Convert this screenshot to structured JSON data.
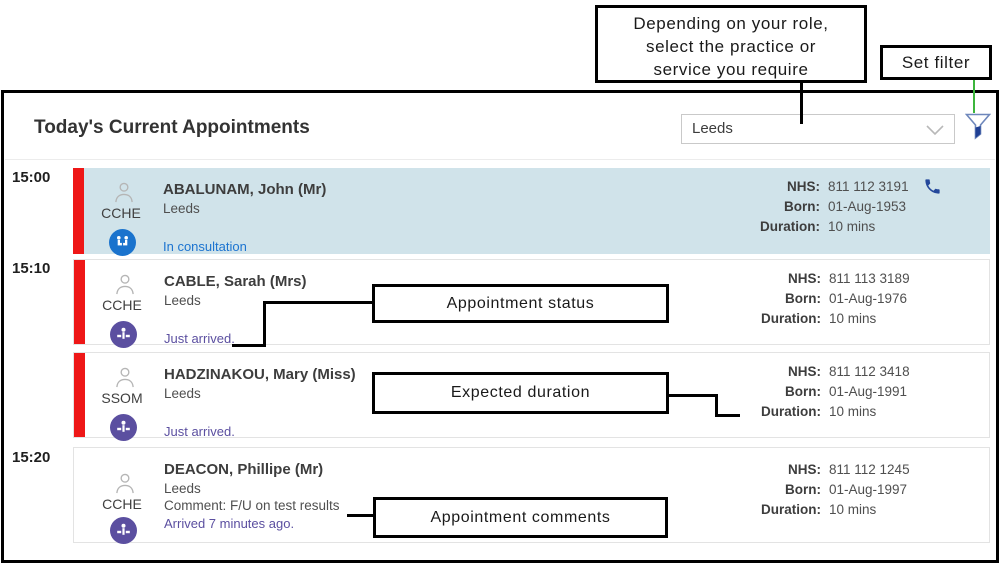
{
  "annotations": {
    "role_callout": {
      "line1": "Depending on your role,",
      "line2": "select the practice or",
      "line3": "service you require"
    },
    "set_filter_label": "Set filter",
    "status_label": "Appointment status",
    "duration_label": "Expected duration",
    "comments_label": "Appointment comments"
  },
  "header": {
    "title": "Today's Current Appointments",
    "practice_value": "Leeds"
  },
  "labels": {
    "nhs": "NHS:",
    "born": "Born:",
    "duration": "Duration:"
  },
  "appointments": [
    {
      "time": "15:00",
      "org": "CCHE",
      "name": "ABALUNAM, John (Mr)",
      "location": "Leeds",
      "status": "In consultation",
      "nhs": "811 112 3191",
      "born": "01-Aug-1953",
      "duration": "10 mins"
    },
    {
      "time": "15:10",
      "org": "CCHE",
      "name": "CABLE, Sarah (Mrs)",
      "location": "Leeds",
      "status": "Just arrived.",
      "nhs": "811 113 3189",
      "born": "01-Aug-1976",
      "duration": "10 mins"
    },
    {
      "time": "",
      "org": "SSOM",
      "name": "HADZINAKOU, Mary (Miss)",
      "location": "Leeds",
      "status": "Just arrived.",
      "nhs": "811 112 3418",
      "born": "01-Aug-1991",
      "duration": "10 mins"
    },
    {
      "time": "15:20",
      "org": "CCHE",
      "name": "DEACON, Phillipe (Mr)",
      "location": "Leeds",
      "comment": "Comment: F/U on test results",
      "status": "Arrived 7 minutes ago.",
      "nhs": "811 112 1245",
      "born": "01-Aug-1997",
      "duration": "10 mins"
    }
  ],
  "colors": {
    "selected_row": "#d0e3ea",
    "urgent_bar": "#ee1717",
    "status_in_consultation": "#1c74d0",
    "status_arrived": "#5b4fa0",
    "icon_consultation_bg": "#1a73cd",
    "icon_arrived_bg": "#5b4fa0",
    "phone_icon": "#24489b",
    "filter_connector_line": "#3cb53c"
  }
}
